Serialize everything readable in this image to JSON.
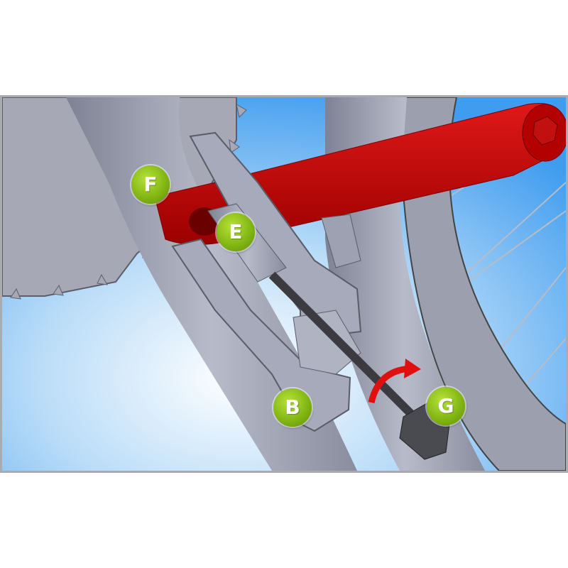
{
  "callouts": {
    "F": "F",
    "E": "E",
    "B": "B",
    "G": "G"
  },
  "colors": {
    "crank": "#cc0000",
    "tool": "#a3a6b6",
    "background": "#58aaf0",
    "callout": "#86bb14",
    "arrow": "#e01010"
  }
}
